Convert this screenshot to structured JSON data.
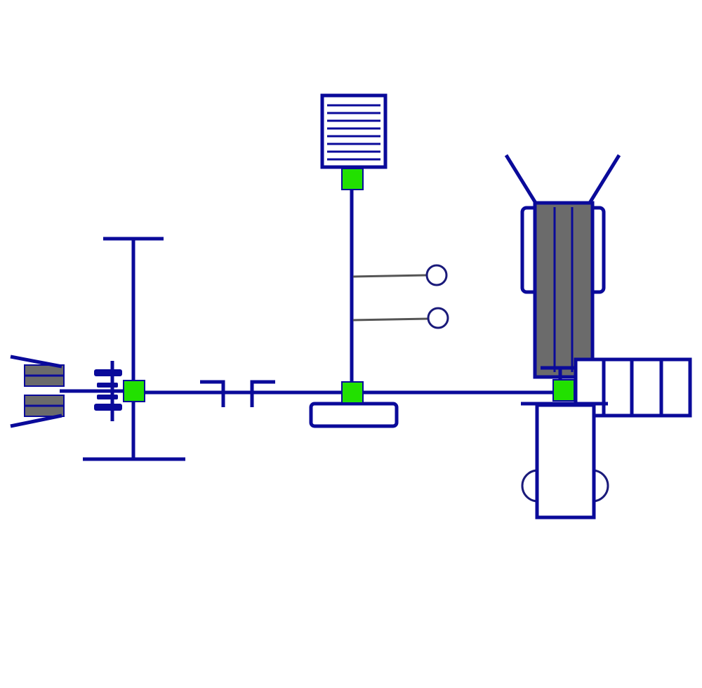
{
  "colors": {
    "background": "#ffffff",
    "structure": "#0a0a9a",
    "joint": "#22e000",
    "panel": "#6b6b6b",
    "wire": "#555555",
    "ring": "#1a1a7a"
  },
  "elements": [
    {
      "name": "left-clamp-assembly",
      "type": "clamp",
      "icon": "clamp-icon"
    },
    {
      "name": "left-crossbar-post",
      "type": "post"
    },
    {
      "name": "central-riser",
      "type": "post"
    },
    {
      "name": "top-grille-box",
      "type": "grille",
      "icon": "grille-icon"
    },
    {
      "name": "hanging-rings",
      "type": "rings",
      "count": 2
    },
    {
      "name": "bottom-tray",
      "type": "tray"
    },
    {
      "name": "right-container-unit",
      "type": "container"
    },
    {
      "name": "right-ladder-frame",
      "type": "ladder"
    },
    {
      "name": "base-cabinet",
      "type": "cabinet"
    }
  ],
  "junctions": [
    {
      "name": "left-junction"
    },
    {
      "name": "top-junction"
    },
    {
      "name": "center-junction"
    },
    {
      "name": "right-junction"
    }
  ]
}
